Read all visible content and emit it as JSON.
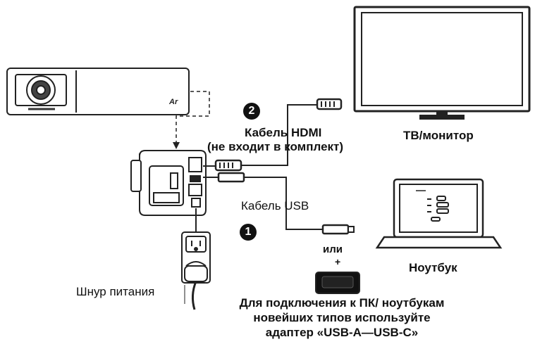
{
  "step_badges": {
    "hdmi": "2",
    "usb": "1"
  },
  "labels": {
    "hdmi_cable": "Кабель HDMI",
    "hdmi_not_included": "(не входит в комплект)",
    "usb_cable": "Кабель USB",
    "tv_monitor": "ТВ/монитор",
    "laptop": "Ноутбук",
    "or": "или",
    "plus": "+",
    "power_cord": "Шнур питания",
    "adapter_note": "Для подключения к ПК/ ноутбукам новейших типов используйте адаптер «USB-A—USB-C»"
  },
  "device_marks": {
    "projector_logo": "Ar"
  }
}
